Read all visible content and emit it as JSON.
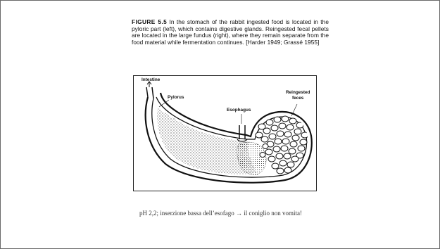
{
  "figure": {
    "caption_lead": "FIGURE 5.5",
    "caption_body": "In the stomach of the rabbit ingested food is located in the pyloric part (left), which contains digestive glands. Reingested fecal pellets are located in the large fundus (right), where they remain separate from the food material while fermentation continues. [Harder 1949; Grassé 1955]",
    "labels": {
      "intestine": "Intestine",
      "pylorus": "Pylorus",
      "esophagus": "Esophagus",
      "reingested_line1": "Reingested",
      "reingested_line2": "feces"
    }
  },
  "note": "pH 2,2; inserzione bassa dell’esofago → il coniglio non vomita!"
}
